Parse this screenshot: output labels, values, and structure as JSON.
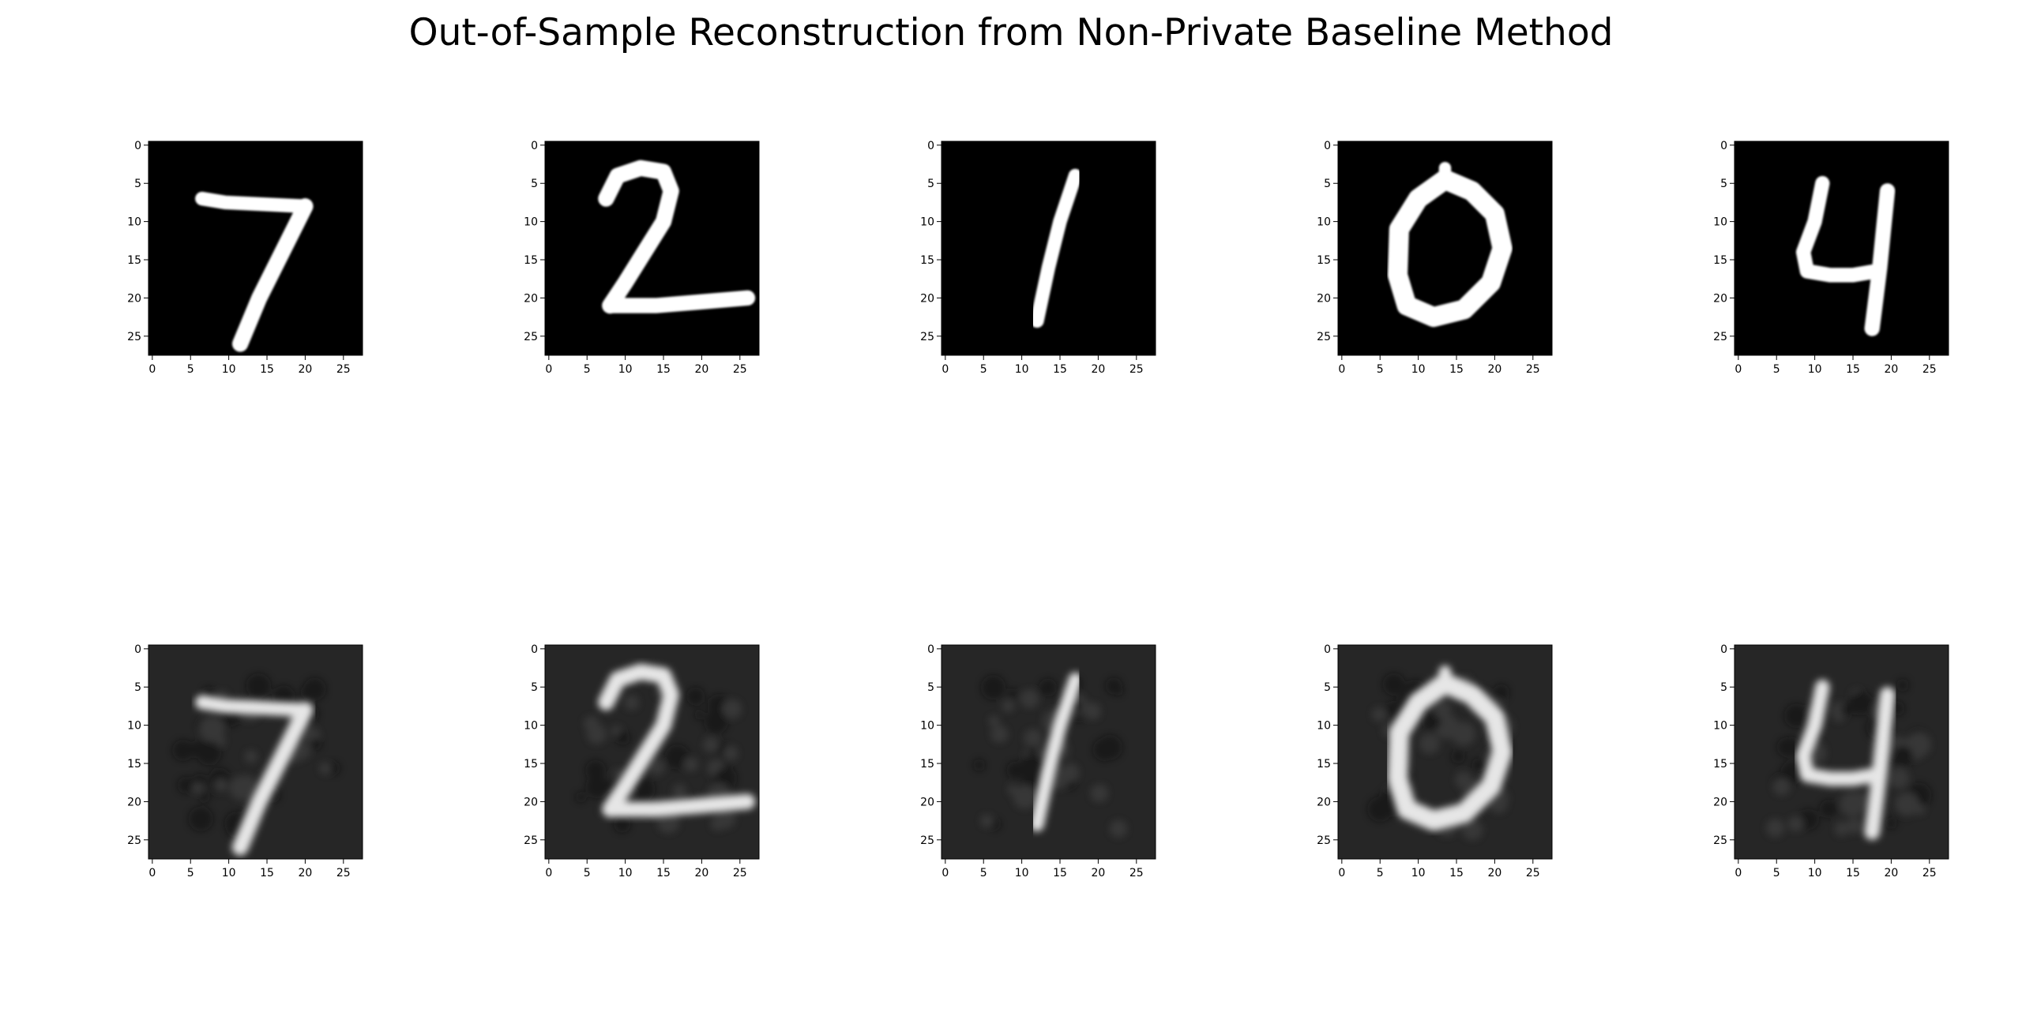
{
  "title": "Out-of-Sample Reconstruction from Non-Private Baseline Method",
  "chart_data": {
    "type": "heatmap",
    "colormap": "gray",
    "image_shape": [
      28,
      28
    ],
    "x_ticks": [
      0,
      5,
      10,
      15,
      20,
      25
    ],
    "y_ticks": [
      0,
      5,
      10,
      15,
      20,
      25
    ],
    "xlim": [
      -0.5,
      27.5
    ],
    "ylim": [
      27.5,
      -0.5
    ],
    "rows": [
      {
        "row": "original",
        "digits": [
          "7",
          "2",
          "1",
          "0",
          "4"
        ],
        "background": "#000000",
        "blur": 0
      },
      {
        "row": "reconstruction",
        "digits": [
          "7",
          "2",
          "1",
          "0",
          "4"
        ],
        "background": "#262626",
        "blur": 1
      }
    ]
  }
}
